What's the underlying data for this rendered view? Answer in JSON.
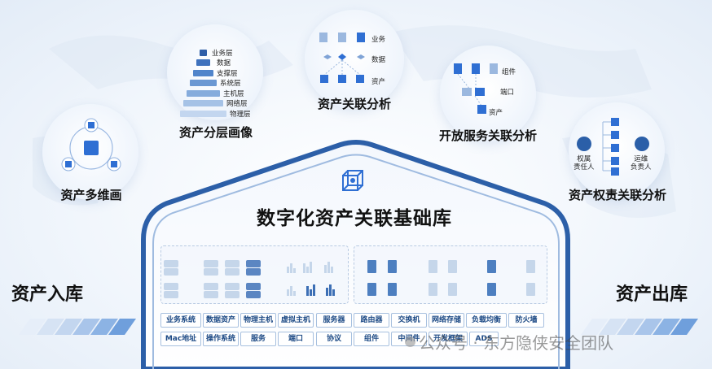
{
  "main_title": "数字化资产关联基础库",
  "side": {
    "left": "资产入库",
    "right": "资产出库"
  },
  "bubbles": {
    "multi_dim": {
      "title": "资产多维画"
    },
    "layered": {
      "title": "资产分层画像",
      "layers": [
        "业务层",
        "数据",
        "支撑层",
        "系统层",
        "主机层",
        "网络层",
        "物理层"
      ]
    },
    "relation": {
      "title": "资产关联分析",
      "labels": [
        "业务",
        "数据",
        "资产"
      ]
    },
    "service": {
      "title": "开放服务关联分析",
      "labels": [
        "组件",
        "端口",
        "资产"
      ]
    },
    "rights": {
      "title": "资产权责关联分析",
      "owner": "权属\n责任人",
      "ops": "运维\n负责人"
    }
  },
  "tags_row1": [
    "业务系统",
    "数据资产",
    "物理主机",
    "虚拟主机",
    "服务器",
    "路由器",
    "交换机",
    "网络存储",
    "负载均衡",
    "防火墙"
  ],
  "tags_row2": [
    "Mac地址",
    "操作系统",
    "服务",
    "端口",
    "协议",
    "组件",
    "中间件",
    "开发框架",
    "ADS"
  ],
  "watermark": "公众号 · 东方隐侠安全团队",
  "colors": {
    "accent": "#2f6fd3",
    "dark_blue": "#1e4b86",
    "arrow_light": "#cfe0f4"
  }
}
